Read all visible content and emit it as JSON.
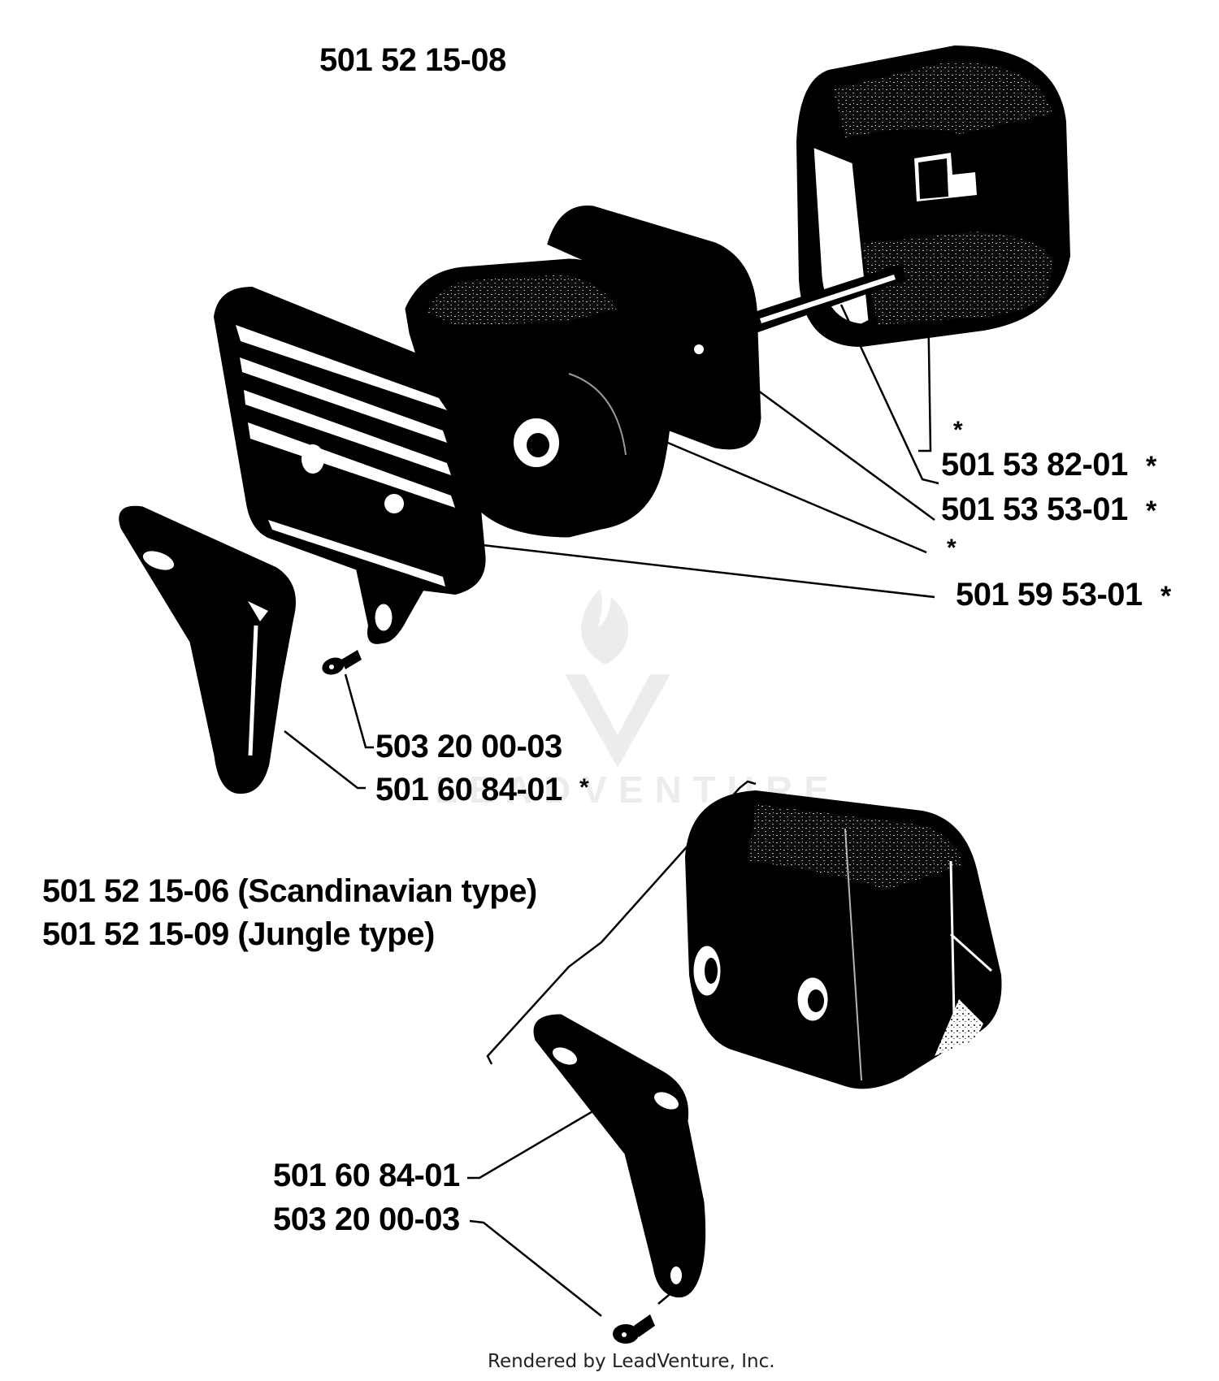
{
  "labels": {
    "assembly_main": "501 52 15-08",
    "part_top_cover": "501 53 82-01",
    "part_top_cover_mark": "*",
    "part_gasket": "501 53 53-01",
    "part_gasket_mark": "*",
    "part_screen": "501 59 53-01",
    "part_screen_mark": "*",
    "asterisk_upper": "*",
    "asterisk_lower": "*",
    "part_screw_upper": "503 20 00-03",
    "part_bracket_upper": "501 60 84-01",
    "part_bracket_upper_mark": "*",
    "variant_scandinavian": "501 52 15-06 (Scandinavian type)",
    "variant_jungle": "501 52 15-09 (Jungle type)",
    "part_bracket_lower": "501 60 84-01",
    "part_screw_lower": "503 20 00-03"
  },
  "footer": {
    "rendered_by": "Rendered by LeadVenture, Inc."
  },
  "watermark": {
    "logo": "LeadVenture flame-and-V logo",
    "text": "LEADVENTURE"
  }
}
